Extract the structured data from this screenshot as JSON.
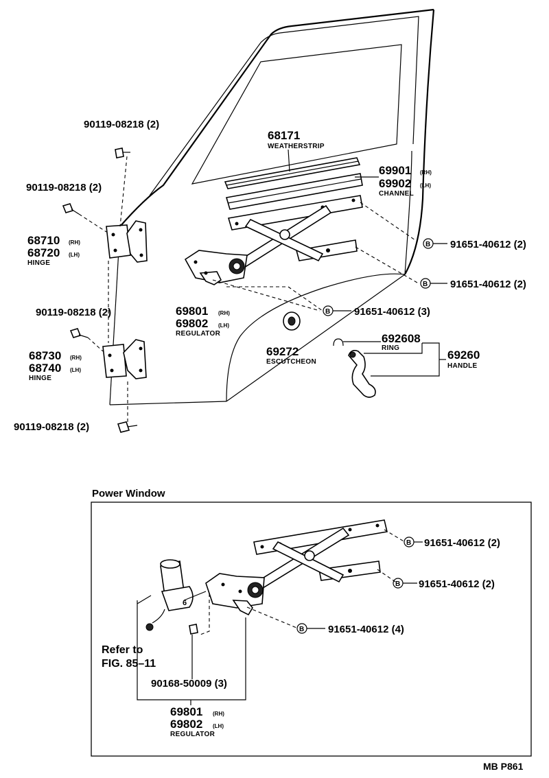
{
  "labels": {
    "bolt_top": "90119-08218 (2)",
    "bolt_left_upper": "90119-08218 (2)",
    "bolt_left_lower": "90119-08218 (2)",
    "bolt_bottom": "90119-08218 (2)",
    "weatherstrip_pn": "68171",
    "weatherstrip_name": "WEATHERSTRIP",
    "channel_pn_rh": "69901",
    "channel_pn_lh": "69902",
    "channel_name": "CHANNEL",
    "bolt_b1": "91651-40612 (2)",
    "bolt_b2": "91651-40612 (2)",
    "bolt_b3": "91651-40612 (3)",
    "upper_hinge_pn_rh": "68710",
    "upper_hinge_pn_lh": "68720",
    "upper_hinge_name": "HINGE",
    "lower_hinge_pn_rh": "68730",
    "lower_hinge_pn_lh": "68740",
    "lower_hinge_name": "HINGE",
    "regulator_pn_rh": "69801",
    "regulator_pn_lh": "69802",
    "regulator_name": "REGULATOR",
    "escutcheon_pn": "69272",
    "escutcheon_name": "ESCUTCHEON",
    "ring_pn": "692608",
    "ring_name": "RING",
    "handle_pn": "69260",
    "handle_name": "HANDLE",
    "suffix_rh": "(RH)",
    "suffix_lh": "(LH)",
    "pw_title": "Power Window",
    "pw_bolt_1": "91651-40612 (2)",
    "pw_bolt_2": "91651-40612 (2)",
    "pw_bolt_3": "91651-40612 (4)",
    "pw_refer_1": "Refer to",
    "pw_refer_2": "FIG. 85–11",
    "pw_screw": "90168-50009 (3)",
    "pw_regulator_pn_rh": "69801",
    "pw_regulator_pn_lh": "69802",
    "pw_regulator_name": "REGULATOR",
    "fig_code": "MB P861"
  },
  "icons": {
    "bolt_marker": "circled-B-icon"
  },
  "markers": {
    "b": "B"
  }
}
